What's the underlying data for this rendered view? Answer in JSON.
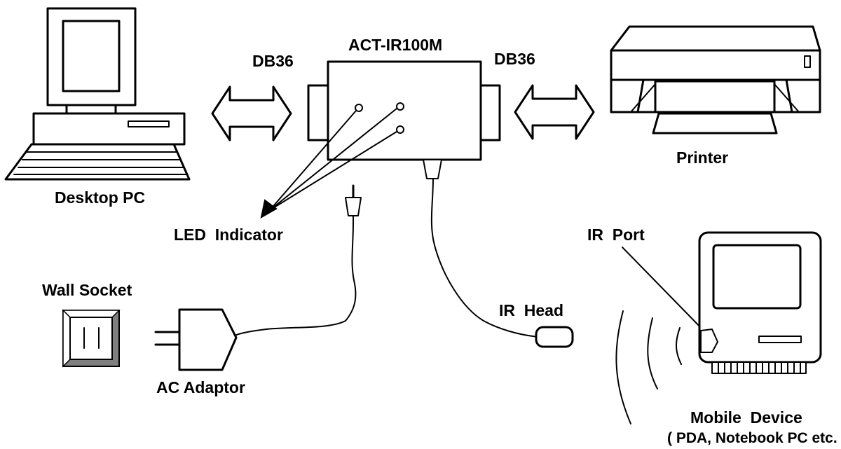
{
  "diagram": {
    "title": "ACT-IR100M",
    "labels": {
      "db36_left": "DB36",
      "db36_right": "DB36",
      "desktop_pc": "Desktop PC",
      "printer": "Printer",
      "led_indicator": "LED  Indicator",
      "wall_socket": "Wall Socket",
      "ac_adaptor": "AC Adaptor",
      "ir_head": "IR  Head",
      "ir_port": "IR  Port",
      "mobile_device": "Mobile  Device",
      "mobile_device_note": "( PDA, Notebook PC etc. )"
    }
  }
}
